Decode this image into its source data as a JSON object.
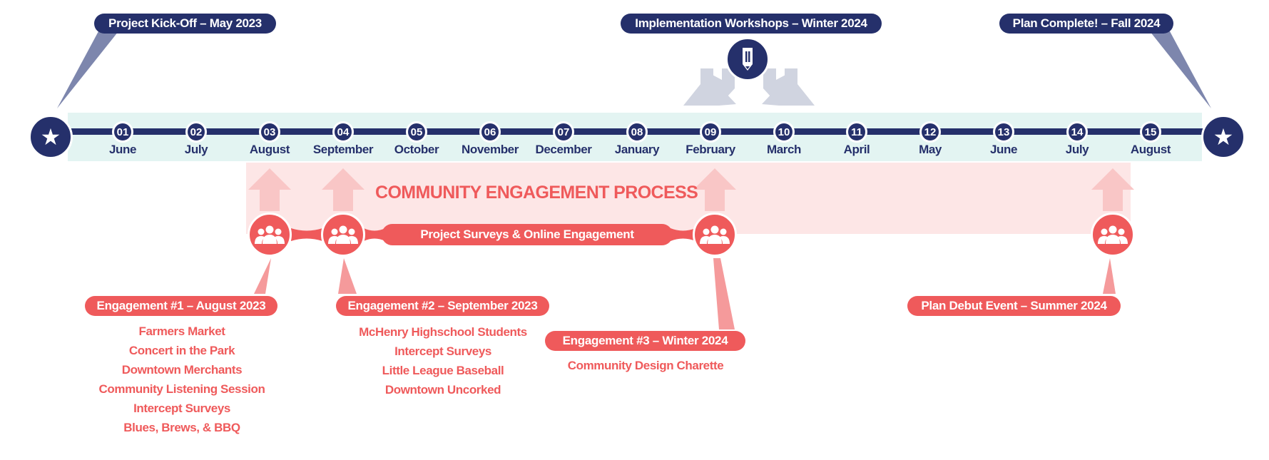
{
  "colors": {
    "navy": "#25306b",
    "red": "#ef5a5b",
    "timeline_band": "#e3f4f2",
    "pink_band": "#fde6e6",
    "arrow_pink": "#f7c4c4",
    "gray_arrow": "#d0d4e0"
  },
  "milestones": {
    "kickoff": "Project Kick-Off – May 2023",
    "workshops": "Implementation Workshops – Winter 2024",
    "complete": "Plan Complete! – Fall 2024"
  },
  "timeline": [
    {
      "num": "01",
      "month": "June"
    },
    {
      "num": "02",
      "month": "July"
    },
    {
      "num": "03",
      "month": "August"
    },
    {
      "num": "04",
      "month": "September"
    },
    {
      "num": "05",
      "month": "October"
    },
    {
      "num": "06",
      "month": "November"
    },
    {
      "num": "07",
      "month": "December"
    },
    {
      "num": "08",
      "month": "January"
    },
    {
      "num": "09",
      "month": "February"
    },
    {
      "num": "10",
      "month": "March"
    },
    {
      "num": "11",
      "month": "April"
    },
    {
      "num": "12",
      "month": "May"
    },
    {
      "num": "13",
      "month": "June"
    },
    {
      "num": "14",
      "month": "July"
    },
    {
      "num": "15",
      "month": "August"
    }
  ],
  "icons": {
    "start": "star-icon",
    "end": "star-icon",
    "workshop": "pencil-icon",
    "engagement": "people-group-icon"
  },
  "engagement": {
    "title": "COMMUNITY ENGAGEMENT PROCESS",
    "surveys": "Project Surveys & Online Engagement",
    "events": [
      {
        "label": "Engagement #1 – August 2023",
        "items": [
          "Farmers Market",
          "Concert in the Park",
          "Downtown Merchants",
          "Community Listening Session",
          "Intercept Surveys",
          "Blues, Brews, & BBQ"
        ]
      },
      {
        "label": "Engagement #2 – September 2023",
        "items": [
          "McHenry Highschool Students",
          "Intercept Surveys",
          "Little League Baseball",
          "Downtown Uncorked"
        ]
      },
      {
        "label": "Engagement #3 – Winter 2024",
        "items": [
          "Community Design Charette"
        ]
      },
      {
        "label": "Plan Debut Event – Summer 2024",
        "items": []
      }
    ]
  }
}
